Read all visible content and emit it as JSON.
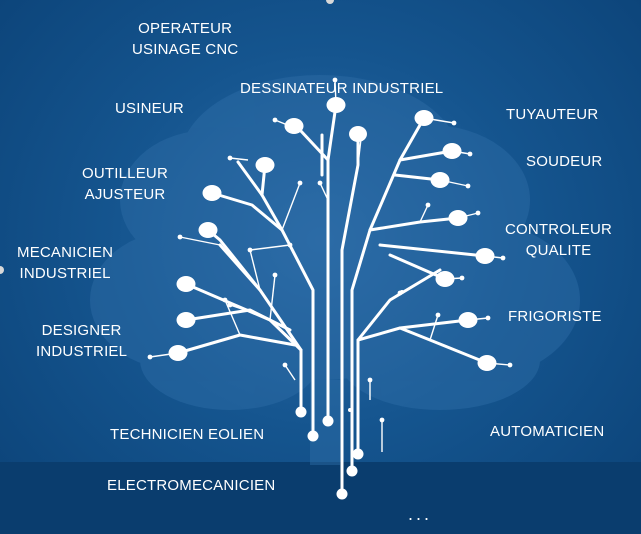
{
  "labels": {
    "operateur": [
      "OPERATEUR",
      "USINAGE CNC"
    ],
    "dessinateur": "DESSINATEUR INDUSTRIEL",
    "usineur": "USINEUR",
    "tuyauteur": "TUYAUTEUR",
    "soudeur": "SOUDEUR",
    "outilleur": [
      "OUTILLEUR",
      "AJUSTEUR"
    ],
    "controleur": [
      "CONTROLEUR",
      "QUALITE"
    ],
    "mecanicien": [
      "MECANICIEN",
      "INDUSTRIEL"
    ],
    "frigoriste": "FRIGORISTE",
    "designer": [
      "DESIGNER",
      "INDUSTRIEL"
    ],
    "technicien": "TECHNICIEN EOLIEN",
    "automaticien": "AUTOMATICIEN",
    "electromecanicien": "ELECTROMECANICIEN",
    "more": "..."
  },
  "colors": {
    "background": "#15558f",
    "line": "#ffffff",
    "text": "#ffffff"
  }
}
